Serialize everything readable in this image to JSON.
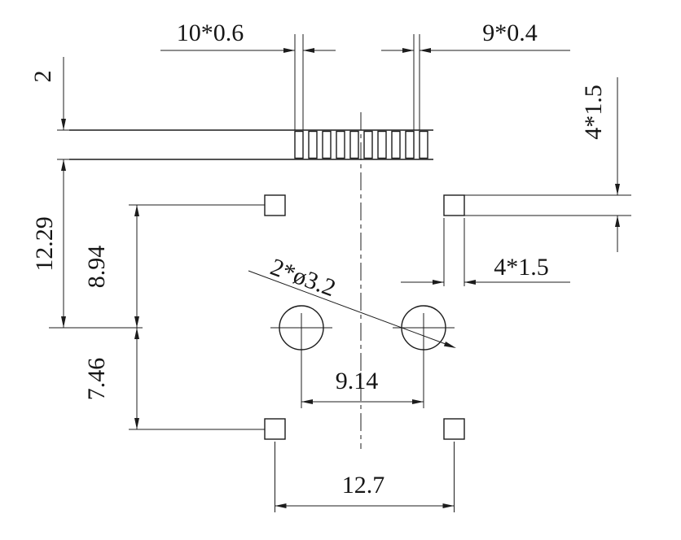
{
  "title": "connector-footprint-dimension-drawing",
  "colors": {
    "background": "#ffffff",
    "line": "#1c1c1c"
  },
  "dimensions": {
    "pin_width": "10*0.6",
    "pin_gap": "9*0.4",
    "strip_thickness": "2",
    "strip_to_hole": "12.29",
    "pad_to_hole": "8.94",
    "hole_to_pad": "7.46",
    "pad_size_height": "4*1.5",
    "pad_size_width": "4*1.5",
    "hole_note": "2*ø3.2",
    "hole_spacing": "9.14",
    "pad_spacing": "12.7"
  }
}
